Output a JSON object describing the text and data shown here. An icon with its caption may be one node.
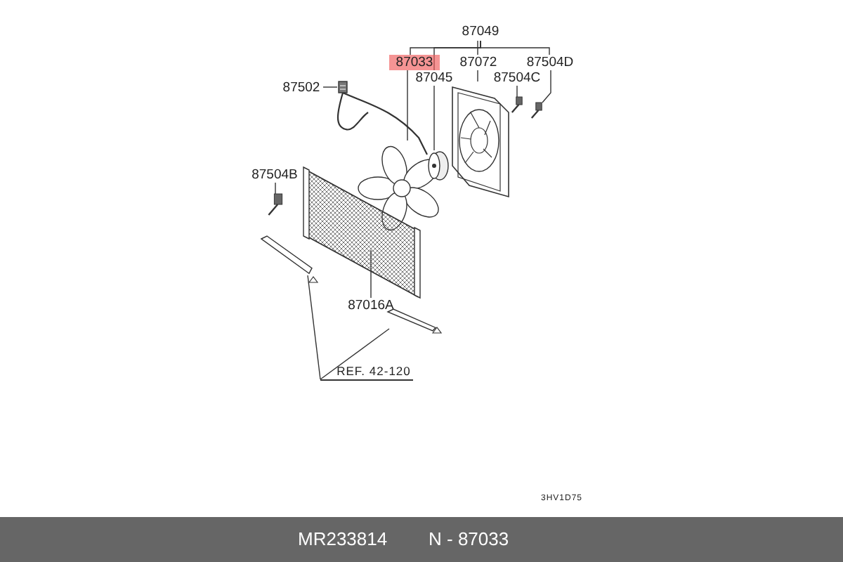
{
  "diagram": {
    "nodes": [
      {
        "text": [
          "87049"
        ]
      },
      {
        "text": [
          "87033"
        ]
      },
      {
        "text": [
          "87072"
        ]
      },
      {
        "text": [
          "87504D"
        ]
      },
      {
        "text": [
          "87045"
        ]
      },
      {
        "text": [
          "87504C"
        ]
      },
      {
        "text": [
          "87502"
        ]
      },
      {
        "text": [
          "87504B"
        ]
      },
      {
        "text": [
          "87016A"
        ]
      },
      {
        "text": [
          "REF. 42-120"
        ]
      },
      {
        "text": [],
        "shape": "picture"
      },
      {
        "text": [],
        "shape": "picture"
      },
      {
        "text": [],
        "shape": "picture"
      },
      {
        "text": [],
        "shape": "picture"
      },
      {
        "text": [],
        "shape": "picture"
      },
      {
        "text": [],
        "shape": "picture"
      },
      {
        "text": [],
        "shape": "picture"
      },
      {
        "text": [],
        "shape": "picture"
      },
      {
        "text": [],
        "shape": "picture"
      },
      {
        "text": [],
        "shape": "picture"
      }
    ],
    "edges": [
      {
        "from": 0,
        "to": 1,
        "arrow": "none"
      },
      {
        "from": 0,
        "to": 2,
        "arrow": "none"
      },
      {
        "from": 0,
        "to": 3,
        "arrow": "none"
      },
      {
        "from": 0,
        "to": 4,
        "arrow": "none"
      },
      {
        "from": 1,
        "to": 10,
        "arrow": "none"
      },
      {
        "from": 4,
        "to": 11,
        "arrow": "none"
      },
      {
        "from": 2,
        "to": 12,
        "arrow": "none"
      },
      {
        "from": 3,
        "to": 13,
        "arrow": "none"
      },
      {
        "from": 5,
        "to": 14,
        "arrow": "none"
      },
      {
        "from": 6,
        "to": 15,
        "arrow": "none"
      },
      {
        "from": 7,
        "to": 16,
        "arrow": "none"
      },
      {
        "from": 8,
        "to": 17,
        "arrow": "none"
      },
      {
        "from": 9,
        "to": 18,
        "arrow": "none"
      },
      {
        "from": 9,
        "to": 19,
        "arrow": "none"
      }
    ],
    "labels": [
      "3HV1D75",
      "MR233814",
      "N - 87033"
    ]
  }
}
